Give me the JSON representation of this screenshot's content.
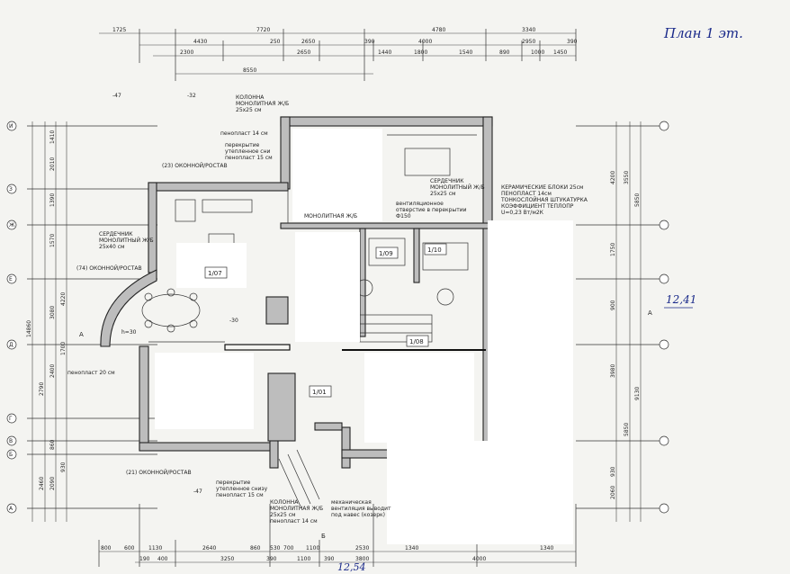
{
  "title_handwritten": "План 1 эт.",
  "elevation_right": "12,41",
  "elevation_bottom": "12,54",
  "top_dims_row1": [
    "1725",
    "7720",
    "4780",
    "3340"
  ],
  "top_dims_row2": [
    "4430",
    "250",
    "2650",
    "390",
    "4000",
    "2950",
    "390"
  ],
  "top_dims_row3": [
    "2300",
    "2650",
    "1440",
    "1800",
    "1540",
    "890",
    "1000",
    "1450"
  ],
  "overall_dim": "8550",
  "bottom_dims_row1": [
    "800",
    "600",
    "1130",
    "2640",
    "860",
    "530",
    "700",
    "1100",
    "2530",
    "1340",
    "1340"
  ],
  "bottom_dims_row2": [
    "190",
    "400",
    "3250",
    "390",
    "1100",
    "390",
    "3800",
    "4000"
  ],
  "left_dims": [
    "1410",
    "2010",
    "1390",
    "1570",
    "4220",
    "3080",
    "1700",
    "2400",
    "2790",
    "860",
    "930",
    "2090",
    "2460",
    "14860"
  ],
  "right_dims": [
    "4200",
    "3550",
    "5850",
    "1750",
    "900",
    "3980",
    "9130",
    "5850",
    "930",
    "2060"
  ],
  "axes_vertical": [
    "И",
    "З",
    "Ж",
    "Е",
    "Д",
    "Г",
    "В",
    "Б",
    "А"
  ],
  "rooms": [
    {
      "id": "room-1-07",
      "label": "1/07"
    },
    {
      "id": "room-1-01",
      "label": "1/01"
    },
    {
      "id": "room-1-09",
      "label": "1/09"
    },
    {
      "id": "room-1-10",
      "label": "1/10"
    },
    {
      "id": "room-1-08",
      "label": "1/08"
    }
  ],
  "annotations": {
    "column_top": [
      "КОЛОННА",
      "МОНОЛИТНАЯ Ж/Б",
      "25х25 см"
    ],
    "foam_top": "пенопласт 14 см",
    "overlap_top": [
      "перекрытие",
      "утепленное сни",
      "пенопласт 15 см"
    ],
    "window_lintel_top": "(23) ОКОННОЙ/РОСТАВ",
    "core_left": [
      "СЕРДЕЧНИК",
      "МОНОЛИТНЫЙ Ж/Б",
      "25х40 см"
    ],
    "window_lintel_mid": "(74) ОКОННОЙ/РОСТАВ",
    "monolithic": "МОНОЛИТНАЯ Ж/Б",
    "core_right": [
      "СЕРДЕЧНИК",
      "МОНОЛИТНЫЙ Ж/Б",
      "25х25 см"
    ],
    "ventilation": [
      "вентиляционное",
      "отверстие в перекрытии",
      "Ф150"
    ],
    "wall_spec": [
      "КЕРАМИЧЕСКИЕ БЛОКИ 25см",
      "ПЕНОПЛАСТ 14см",
      "ТОНКОСЛОЙНАЯ ШТУКАТУРКА",
      "КОЭФФИЦИЕНТ ТЕПЛОПР",
      "U=0,23 Вт/м2К"
    ],
    "foam_left": "пенопласт 20 см",
    "window_lintel_bottom": "(21) ОКОННОЙ/РОСТАВ",
    "overlap_bottom": [
      "перекрытие",
      "утепленное снизу",
      "пенопласт 15 см"
    ],
    "column_bottom": [
      "КОЛОННА",
      "МОНОЛИТНАЯ Ж/Б",
      "25х25 см",
      "пенопласт 14 см"
    ],
    "ventilation_bottom": [
      "механическая",
      "вентиляция выводит",
      "под навес (козерк)"
    ],
    "level_marks": [
      "-47",
      "-32",
      "-30",
      "-47"
    ],
    "section": "А",
    "section_b": "Б",
    "stair_label": "h=30"
  }
}
